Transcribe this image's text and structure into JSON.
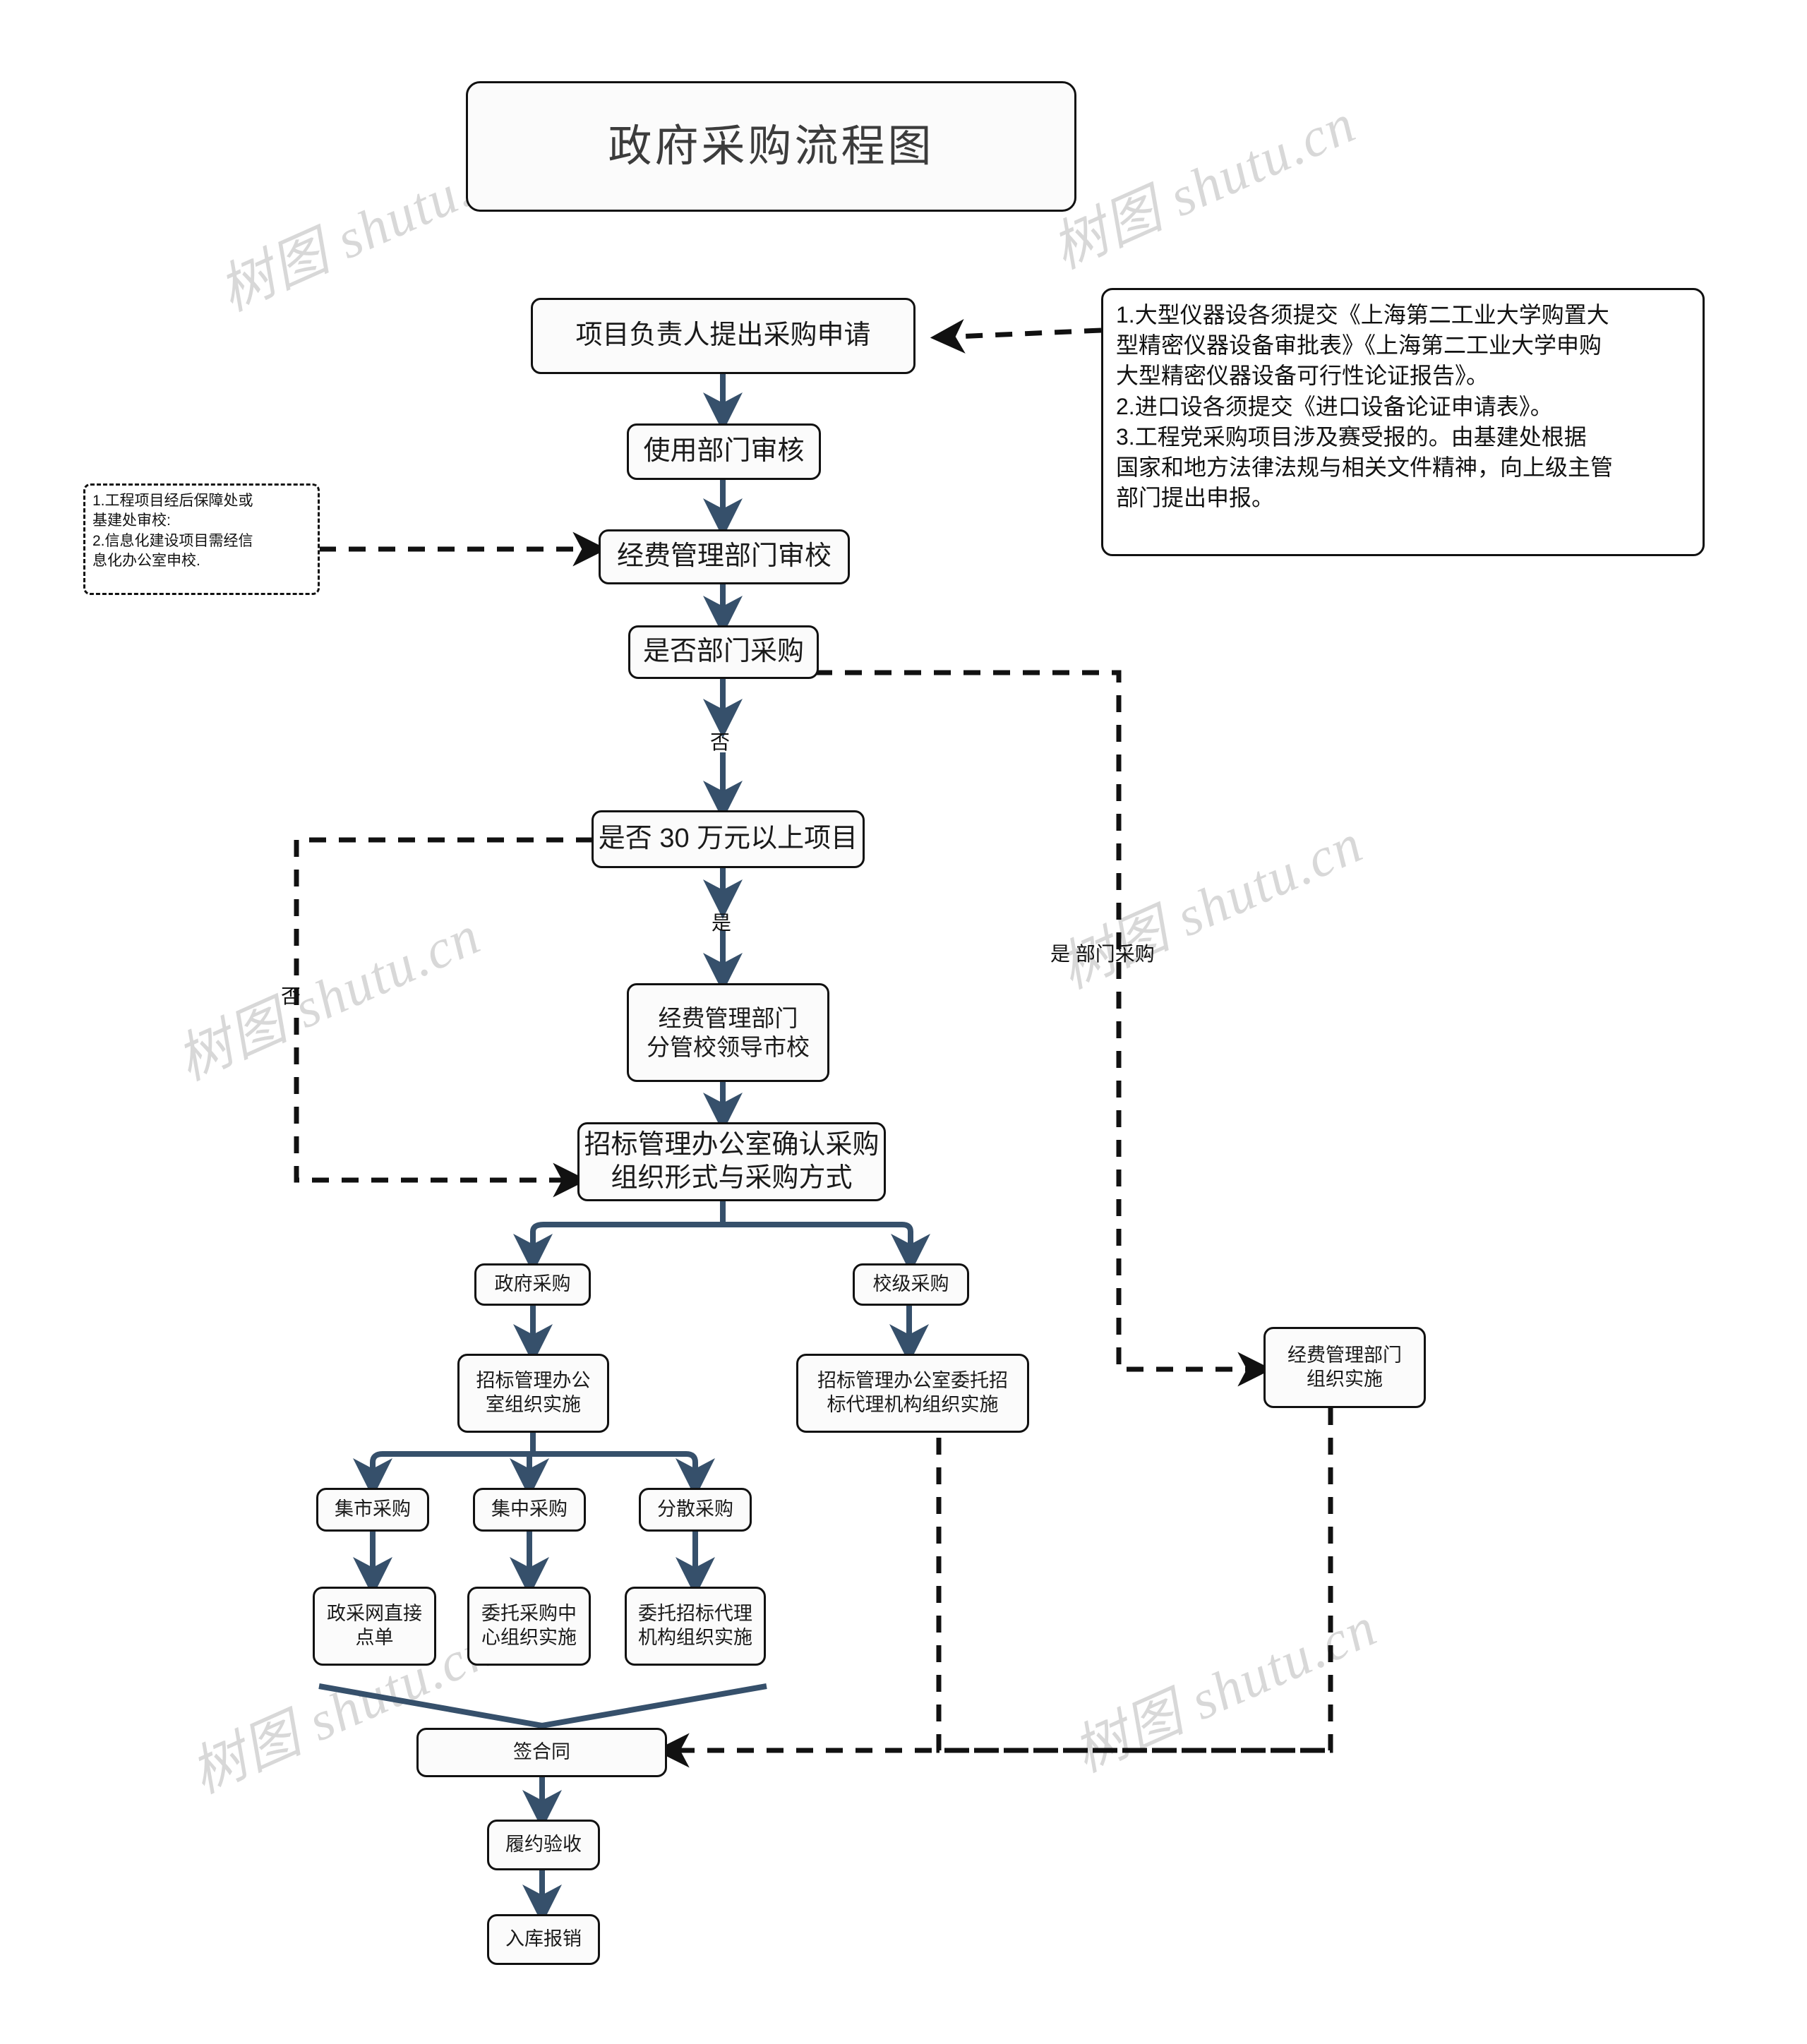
{
  "title": "政府采购流程图",
  "watermark": {
    "text": "树图 shutu.cn"
  },
  "notes": {
    "left": "1.工程项目经后保障处或\n基建处审校:\n2.信息化建设项目需经信\n息化办公室申校.",
    "right": "1.大型仪器设各须提交《上海第二工业大学购置大\n型精密仪器设备审批表》《上海第二工业大学申购\n大型精密仪器设备可行性论证报告》。\n2.进口设各须提交《进口设备论证申请表》。\n3.工程党采购项目涉及赛受报的。由基建处根据\n国家和地方法律法规与相关文件精神，向上级主管\n部门提出申报。"
  },
  "nodes": {
    "apply": "项目负责人提出采购申请",
    "dept_review": "使用部门审核",
    "fund_review": "经费管理部门审校",
    "is_dept_purchase": "是否部门采购",
    "is_over_300k": "是否 30 万元以上项目",
    "fund_leader": "经费管理部门\n分管校领导市校",
    "bid_office_confirm": "招标管理办公室确认采购\n组织形式与采购方式",
    "gov_purchase": "政府采购",
    "school_purchase": "校级采购",
    "bid_office_exec": "招标管理办公\n室组织实施",
    "bid_office_agent": "招标管理办公室委托招\n标代理机构组织实施",
    "fund_dept_exec": "经费管理部门\n组织实施",
    "market_purchase": "集市采购",
    "central_purchase": "集中采购",
    "scattered_purchase": "分散采购",
    "gov_net_order": "政采网直接\n点单",
    "entrust_center": "委托采购中\n心组织实施",
    "entrust_agent": "委托招标代理\n机构组织实施",
    "sign_contract": "签合同",
    "acceptance": "履约验收",
    "reimburse": "入库报销"
  },
  "edge_labels": {
    "no_dept": "否",
    "yes_300k": "是",
    "no_300k": "否",
    "yes_dept_purchase": "是  部门采购"
  },
  "colors": {
    "arrow": "#36506b",
    "border": "#111111",
    "node_fill": "#fbfbfb",
    "title_text": "#3c3c3c",
    "watermark": "#d8d8d8"
  }
}
